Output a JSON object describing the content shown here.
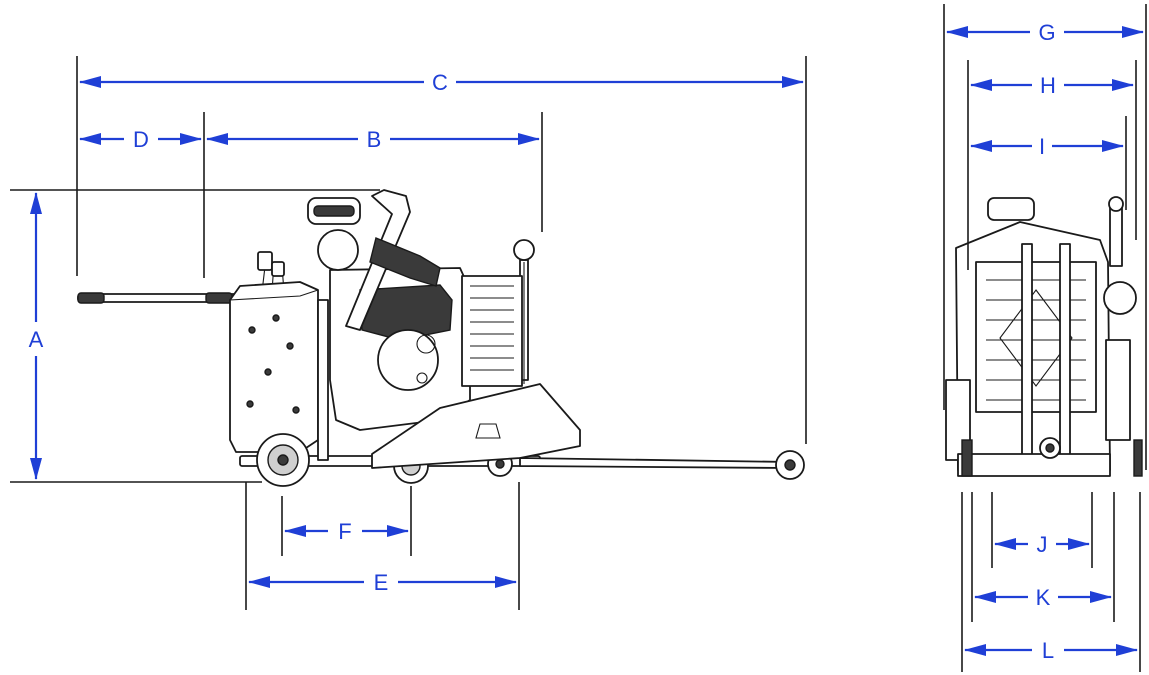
{
  "diagram": {
    "dimension_labels": {
      "A": "A",
      "B": "B",
      "C": "C",
      "D": "D",
      "E": "E",
      "F": "F",
      "G": "G",
      "H": "H",
      "I": "I",
      "J": "J",
      "K": "K",
      "L": "L"
    },
    "colors": {
      "dimension": "#1f3fd6",
      "outline": "#1a1a1a",
      "background": "#ffffff"
    }
  }
}
